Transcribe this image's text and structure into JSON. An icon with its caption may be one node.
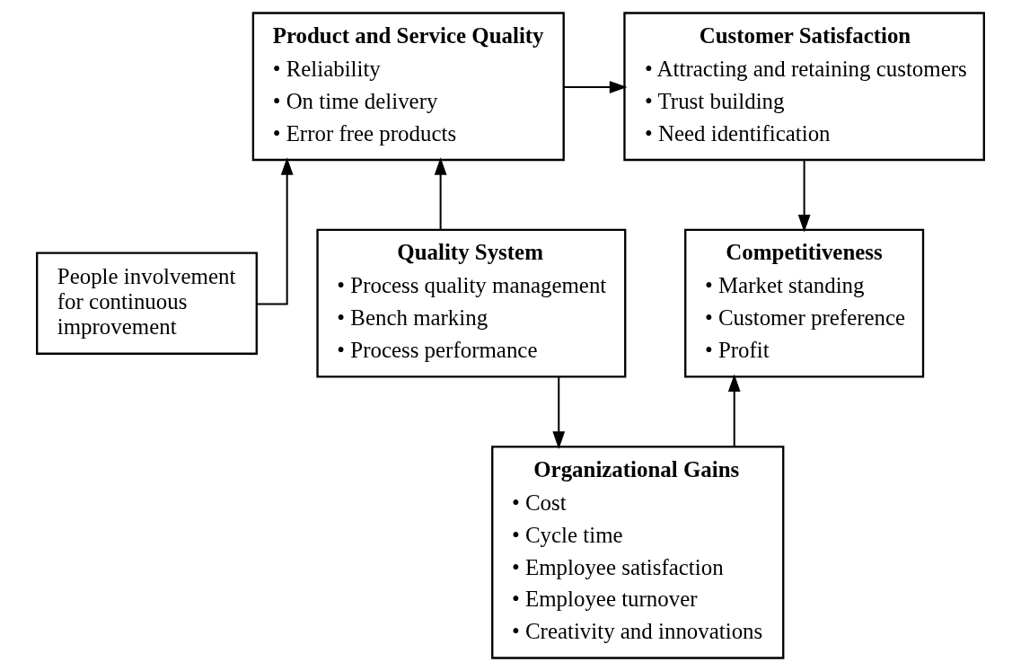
{
  "diagram": {
    "nodes": [
      {
        "text": [
          "Product and Service Quality",
          "• Reliability",
          "• On time delivery",
          "• Error free products"
        ]
      },
      {
        "text": [
          "Customer Satisfaction",
          "• Attracting and retaining customers",
          "• Trust building",
          "• Need identification"
        ]
      },
      {
        "text": [
          "People involvement for continuous improvement"
        ]
      },
      {
        "text": [
          "Quality System",
          "• Process quality management",
          "• Bench marking",
          "• Process performance"
        ]
      },
      {
        "text": [
          "Competitiveness",
          "• Market standing",
          "• Customer preference",
          "• Profit"
        ]
      },
      {
        "text": [
          "Organizational Gains",
          "• Cost",
          "• Cycle time",
          "• Employee satisfaction",
          "• Employee turnover",
          "• Creativity and innovations"
        ]
      }
    ],
    "edges": [
      {
        "from": 0,
        "to": 1,
        "arrow": "to"
      },
      {
        "from": 1,
        "to": 4,
        "arrow": "to"
      },
      {
        "from": 2,
        "to": 0,
        "arrow": "to"
      },
      {
        "from": 3,
        "to": 0,
        "arrow": "to"
      },
      {
        "from": 3,
        "to": 5,
        "arrow": "to"
      },
      {
        "from": 5,
        "to": 4,
        "arrow": "to"
      }
    ]
  }
}
